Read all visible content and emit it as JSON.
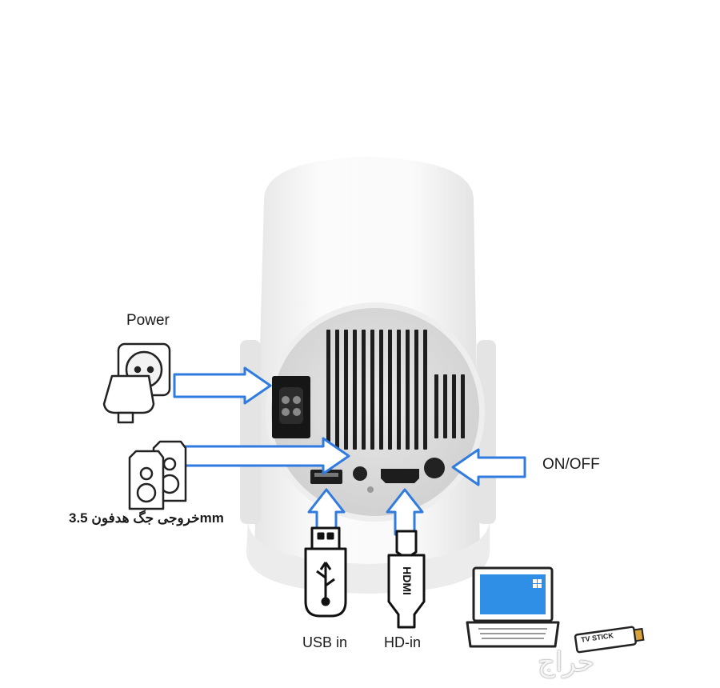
{
  "labels": {
    "power": "Power",
    "on_off": "ON/OFF",
    "audio_out": "خروجی جگ هدفون 3.5mm",
    "usb_in": "USB in",
    "hd_in": "HD-in",
    "hdmi_plug": "HDMI",
    "tv_stick": "TV STICK"
  },
  "watermark": "حراج",
  "colors": {
    "arrow": "#2f7be0",
    "arrow_fill": "#ffffff",
    "device_body": "#f4f4f4",
    "device_panel": "#dcdcdc",
    "port_dark": "#1c1c1c",
    "laptop_screen": "#2f8fe6"
  },
  "icons": [
    "power-socket-icon",
    "speaker-icon",
    "usb-plug-icon",
    "hdmi-plug-icon",
    "laptop-icon",
    "tv-stick-icon"
  ]
}
